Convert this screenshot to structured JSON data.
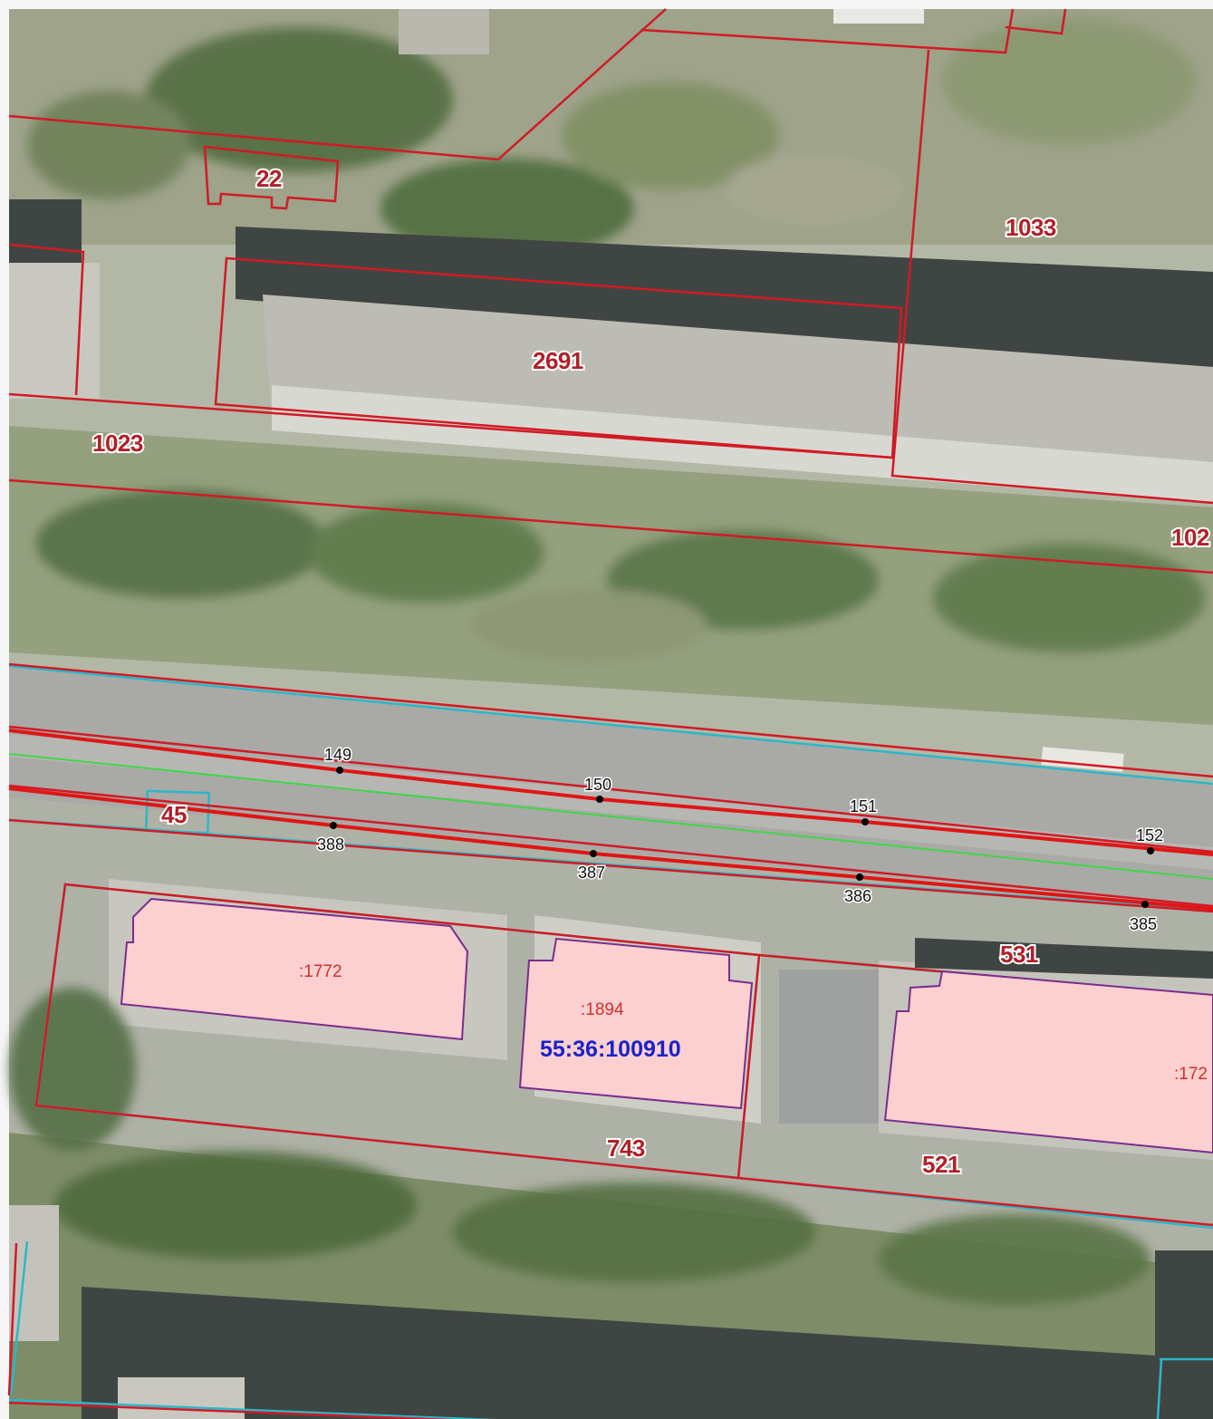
{
  "map": {
    "colors": {
      "parcel_boundary": "#d11a25",
      "quarter_boundary": "#2bb7c9",
      "building_fill": "#fcd0d0",
      "building_stroke": "#7a2d8c",
      "red_line": "#e01515",
      "green_line": "#3fd64a",
      "parcel_label": "#b0202a",
      "quarter_label": "#1a22c8",
      "building_label": "#d2302a"
    },
    "quarter_number": "55:36:100910",
    "parcel_labels": [
      "22",
      "1033",
      "2691",
      "1023",
      "102",
      "45",
      "531",
      "743",
      "521"
    ],
    "building_labels": [
      ":1772",
      ":1894",
      ":172"
    ],
    "point_labels": [
      "149",
      "150",
      "151",
      "152",
      "388",
      "387",
      "386",
      "385"
    ]
  }
}
